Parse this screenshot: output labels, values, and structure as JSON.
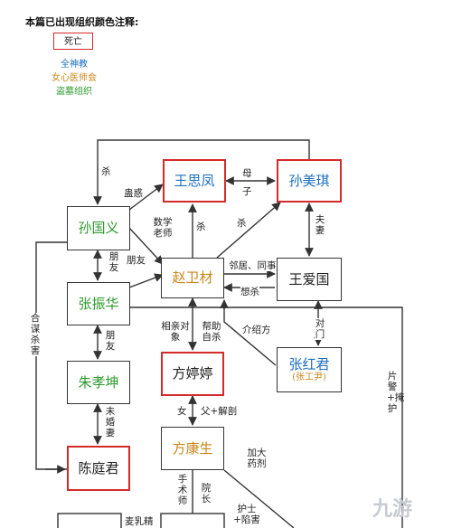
{
  "legend": {
    "title": "本篇已出现组织颜色注释:",
    "dead_label": "死亡",
    "orgs": [
      {
        "name": "全神教",
        "color": "#1a6fbf"
      },
      {
        "name": "女心医师会",
        "color": "#c8861a"
      },
      {
        "name": "盗墓组织",
        "color": "#2c9a2c"
      }
    ]
  },
  "people": {
    "wang_sifeng": {
      "name": "王思凤",
      "color": "#1a6fbf"
    },
    "sun_meiqi": {
      "name": "孙美琪",
      "color": "#1a6fbf"
    },
    "sun_guoyi": {
      "name": "孙国义",
      "color": "#2c9a2c"
    },
    "zhao_weicai": {
      "name": "赵卫材",
      "color": "#c8861a"
    },
    "wang_aiguo": {
      "name": "王爱国",
      "color": "#222222"
    },
    "zhang_zhenhua": {
      "name": "张振华",
      "color": "#2c9a2c"
    },
    "zhu_xiaokun": {
      "name": "朱孝坤",
      "color": "#2c9a2c"
    },
    "fang_tingting": {
      "name": "方婷婷",
      "color": "#222222"
    },
    "zhang_hongjun": {
      "name": "张红君",
      "alias": "(张工尹)",
      "color": "#1a6fbf",
      "alias_color": "#c8861a"
    },
    "fang_kangsheng": {
      "name": "方康生",
      "color": "#c8861a"
    },
    "chen_tingjun": {
      "name": "陈庭君",
      "color": "#222222"
    }
  },
  "relations": {
    "kill": "杀",
    "seduce": "蛊惑",
    "mother": "母",
    "son": "子",
    "husband_wife": "夫妻",
    "math_teacher": "数学老师",
    "kill2": "杀",
    "kill3": "杀",
    "friend1": "朋友",
    "friend2": "朋友",
    "neighbor": "邻居、同事",
    "want_kill": "想杀",
    "conspire": "合谋杀害",
    "blind_date": "相亲对象",
    "help_suicide": "帮助自杀",
    "introduce": "介绍方",
    "friend3": "朋友",
    "opposite_door": "对门",
    "fiance": "未婚妻",
    "female": "女",
    "father_dissect": "父+解剖",
    "police_cover": "片警+掩护",
    "more_drug": "加大药剂",
    "surgeon": "手术师",
    "dean": "院长",
    "nurse_frame": "护士+陷害",
    "milk": "麦乳精"
  },
  "watermark": "九游"
}
